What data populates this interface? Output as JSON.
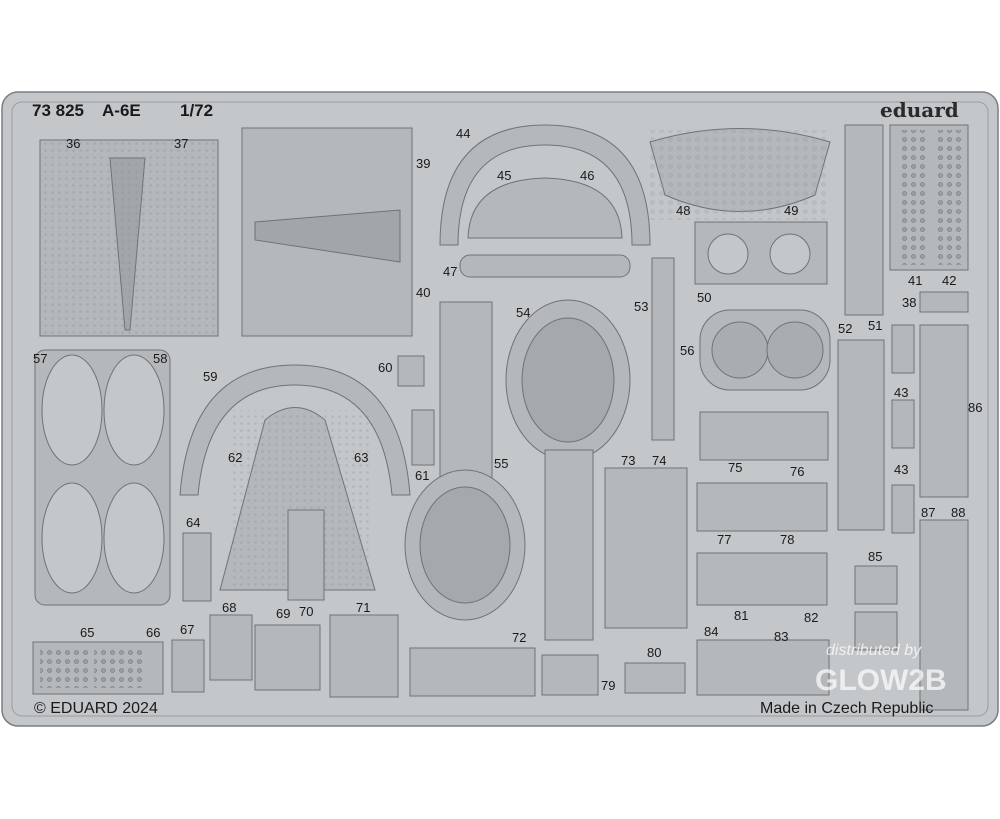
{
  "header": {
    "code": "73 825",
    "model": "A-6E",
    "scale": "1/72",
    "brand": "eduard"
  },
  "footer": {
    "copyright": "© EDUARD 2024",
    "origin": "Made in Czech Republic"
  },
  "watermark": {
    "line1": "distributed by",
    "line2": "GLOW2B"
  },
  "colors": {
    "fret": "#c3c7ca",
    "part": "#b4b8bb",
    "edge": "#6f7376",
    "background": "#ffffff"
  },
  "part_labels": {
    "p36": "36",
    "p37": "37",
    "p39": "39",
    "p40": "40",
    "p44": "44",
    "p45": "45",
    "p46": "46",
    "p47": "47",
    "p48": "48",
    "p49": "49",
    "p50": "50",
    "p41": "41",
    "p42": "42",
    "p38": "38",
    "p52": "52",
    "p51": "51",
    "p53": "53",
    "p54": "54",
    "p56": "56",
    "p57": "57",
    "p58": "58",
    "p59": "59",
    "p60": "60",
    "p61": "61",
    "p62": "62",
    "p63": "63",
    "p55": "55",
    "p64": "64",
    "p65": "65",
    "p66": "66",
    "p67": "67",
    "p68": "68",
    "p69": "69",
    "p70": "70",
    "p71": "71",
    "p72": "72",
    "p73": "73",
    "p74": "74",
    "p75": "75",
    "p76": "76",
    "p77": "77",
    "p78": "78",
    "p79": "79",
    "p80": "80",
    "p81": "81",
    "p82": "82",
    "p83": "83",
    "p84": "84",
    "p85": "85",
    "p86": "86",
    "p87": "87",
    "p88": "88",
    "p43a": "43",
    "p43b": "43"
  }
}
